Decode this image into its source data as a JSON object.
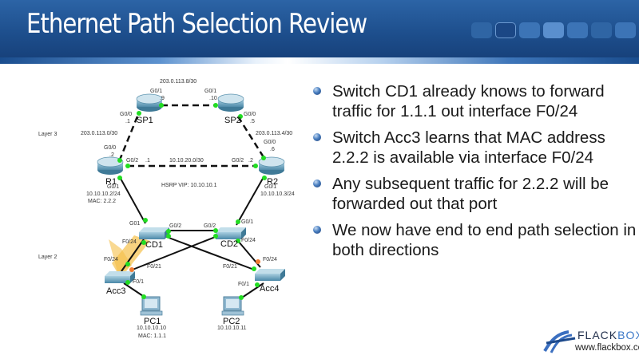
{
  "slide": {
    "title": "Ethernet Path Selection Review",
    "nav_dots": [
      {
        "state": "normal"
      },
      {
        "state": "outline"
      },
      {
        "state": "mid"
      },
      {
        "state": "active"
      },
      {
        "state": "mid"
      },
      {
        "state": "normal"
      },
      {
        "state": "mid"
      }
    ]
  },
  "diagram": {
    "layers": {
      "layer3": "Layer 3",
      "layer2": "Layer 2"
    },
    "devices": {
      "sp1": {
        "name": "SP1"
      },
      "sp2": {
        "name": "SP2"
      },
      "r1": {
        "name": "R1",
        "iface": "G0/1",
        "ip": "10.10.10.2/24",
        "mac": "MAC: 2.2.2"
      },
      "r2": {
        "name": "R2",
        "iface": "G0/1",
        "ip": "10.10.10.3/24"
      },
      "cd1": {
        "name": "CD1"
      },
      "cd2": {
        "name": "CD2"
      },
      "acc3": {
        "name": "Acc3"
      },
      "acc4": {
        "name": "Acc4"
      },
      "pc1": {
        "name": "PC1",
        "ip": "10.10.10.10",
        "mac": "MAC: 1.1.1"
      },
      "pc2": {
        "name": "PC2",
        "ip": "10.10.10.11"
      }
    },
    "subnets": {
      "sp1_sp2": "203.0.113.8/30",
      "sp1_r1": "203.0.113.0/30",
      "sp2_r2": "203.0.113.4/30",
      "r1_r2": "10.10.20.0/30",
      "hsrp": "HSRP VIP: 10.10.10.1"
    },
    "ports": {
      "sp1_g01": "G0/1",
      "sp1_g01_ip": ".9",
      "sp2_g01": "G0/1",
      "sp2_g01_ip": ".10",
      "sp1_g00": "G0/0",
      "sp1_g00_ip": ".1",
      "sp2_g00": "G0/0",
      "sp2_g00_ip": ".5",
      "r1_g00": "G0/0",
      "r1_g00_ip": ".2",
      "r2_g00": "G0/0",
      "r2_g00_ip": ".6",
      "r1_g02": "G0/2",
      "r1_g02_ip": ".1",
      "r2_g02": "G0/2",
      "r2_g02_ip": ".2",
      "cd1_g01": "G01",
      "cd1_g02": "G0/2",
      "cd2_g01": "G0/1",
      "cd2_g02": "G0/2",
      "cd1_f024": "F0/24",
      "acc3_f024": "F0/24",
      "acc3_f021": "F0/21",
      "cd2_f024": "F0/24",
      "acc4_f024": "F0/24",
      "acc4_f021": "F0/21",
      "acc3_f01": "F0/1",
      "acc4_f01": "F0/1"
    },
    "colors": {
      "link_up": "#22dd22",
      "link_blocked": "#f07a30",
      "highlight": "#f5c04a"
    }
  },
  "bullets": [
    "Switch CD1 already knows to forward traffic for 1.1.1 out interface F0/24",
    "Switch Acc3 learns that MAC address 2.2.2 is available via interface F0/24",
    "Any subsequent traffic for 2.2.2 will be forwarded out that port",
    "We now have end to end path selection in both directions"
  ],
  "logo": {
    "name_a": "FLACK",
    "name_b": "BOX",
    "url": "www.flackbox.com"
  }
}
